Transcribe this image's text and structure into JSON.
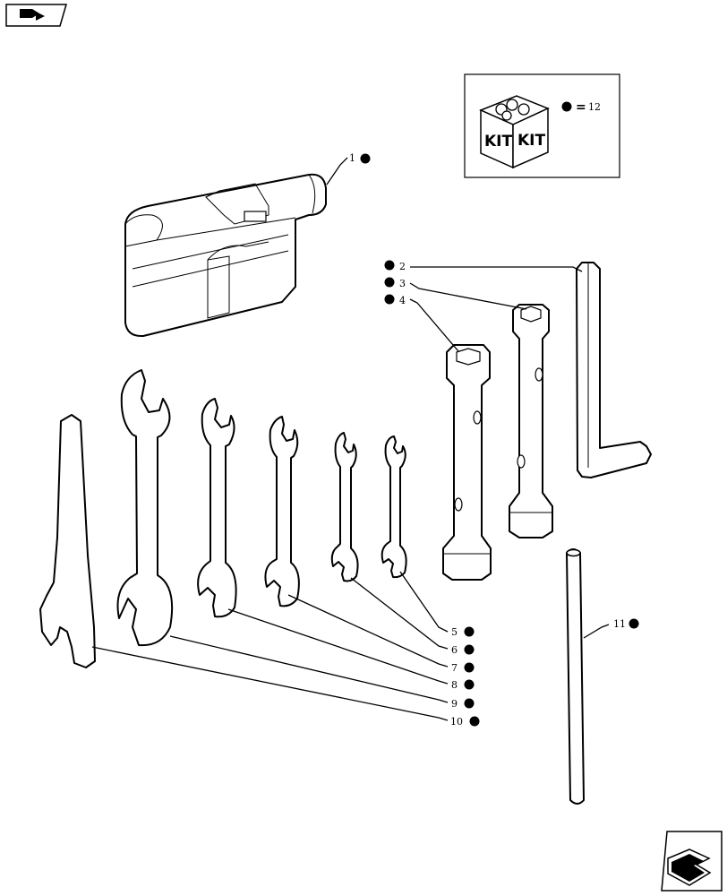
{
  "kit_legend": {
    "kit_label_left": "KIT",
    "kit_label_right": "KIT",
    "equals": "=",
    "ref": "12"
  },
  "callouts": [
    {
      "ref": "1"
    },
    {
      "ref": "2"
    },
    {
      "ref": "3"
    },
    {
      "ref": "4"
    },
    {
      "ref": "5"
    },
    {
      "ref": "6"
    },
    {
      "ref": "7"
    },
    {
      "ref": "8"
    },
    {
      "ref": "9"
    },
    {
      "ref": "10"
    },
    {
      "ref": "11"
    }
  ],
  "icons": {
    "top_left": "previous-page-arrow-icon",
    "bottom_right": "next-page-arrow-icon"
  }
}
